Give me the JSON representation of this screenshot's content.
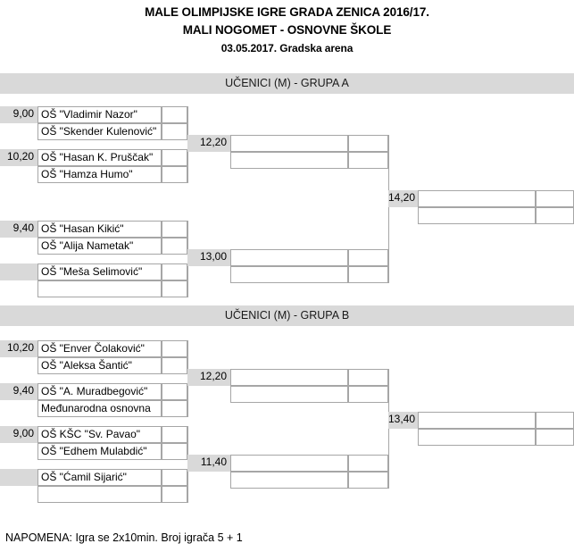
{
  "header": {
    "line1": "MALE OLIMPIJSKE IGRE GRADA ZENICA 2016/17.",
    "line2": "MALI NOGOMET - OSNOVNE ŠKOLE",
    "line3": "03.05.2017. Gradska arena"
  },
  "footer": {
    "note": "NAPOMENA: Igra se 2x10min. Broj igrača 5 + 1"
  },
  "groups": [
    {
      "band_label": "UČENICI (M) - GRUPA A",
      "round1": [
        {
          "time": "9,00",
          "teams": [
            "OŠ \"Vladimir Nazor\"",
            "OŠ \"Skender Kulenović\""
          ],
          "scores": [
            "",
            ""
          ]
        },
        {
          "time": "10,20",
          "teams": [
            "OŠ \"Hasan K. Pruščak\"",
            "OŠ \"Hamza Humo\""
          ],
          "scores": [
            "",
            ""
          ]
        },
        {
          "time": "9,40",
          "teams": [
            "OŠ \"Hasan Kikić\"",
            "OŠ \"Alija Nametak\""
          ],
          "scores": [
            "",
            ""
          ]
        },
        {
          "time": "",
          "teams": [
            "OŠ \"Meša Selimović\"",
            ""
          ],
          "scores": [
            "",
            ""
          ]
        }
      ],
      "semifinals": [
        {
          "time": "12,20",
          "teams": [
            "",
            ""
          ],
          "scores": [
            "",
            ""
          ]
        },
        {
          "time": "13,00",
          "teams": [
            "",
            ""
          ],
          "scores": [
            "",
            ""
          ]
        }
      ],
      "final": {
        "time": "14,20",
        "teams": [
          "",
          ""
        ],
        "scores": [
          "",
          ""
        ]
      }
    },
    {
      "band_label": "UČENICI (M) - GRUPA B",
      "round1": [
        {
          "time": "10,20",
          "teams": [
            "OŠ \"Enver Čolaković\"",
            "OŠ \"Aleksa Šantić\""
          ],
          "scores": [
            "",
            ""
          ]
        },
        {
          "time": "9,40",
          "teams": [
            "OŠ \"A. Muradbegović\"",
            "Međunarodna osnovna"
          ],
          "scores": [
            "",
            ""
          ]
        },
        {
          "time": "9,00",
          "teams": [
            "OŠ KŠC \"Sv. Pavao\"",
            "OŠ \"Edhem Mulabdić\""
          ],
          "scores": [
            "",
            ""
          ]
        },
        {
          "time": "",
          "teams": [
            "OŠ \"Ćamil Sijarić\"",
            ""
          ],
          "scores": [
            "",
            ""
          ]
        }
      ],
      "semifinals": [
        {
          "time": "12,20",
          "teams": [
            "",
            ""
          ],
          "scores": [
            "",
            ""
          ]
        },
        {
          "time": "11,40",
          "teams": [
            "",
            ""
          ],
          "scores": [
            "",
            ""
          ]
        }
      ],
      "final": {
        "time": "13,40",
        "teams": [
          "",
          ""
        ],
        "scores": [
          "",
          ""
        ]
      }
    }
  ],
  "colors": {
    "band_gray": "#d9d9d9",
    "border_gray": "#a6a6a6",
    "text": "#000000"
  }
}
